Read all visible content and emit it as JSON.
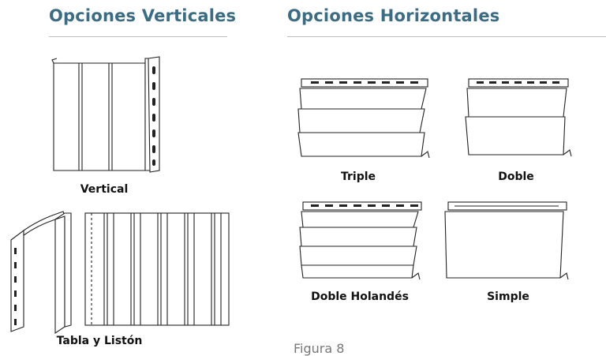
{
  "headings": {
    "vertical": "Opciones Verticales",
    "horizontal": "Opciones Horizontales"
  },
  "captions": {
    "vertical": "Vertical",
    "board_batten": "Tabla y Listón",
    "triple": "Triple",
    "double": "Doble",
    "dutch_double": "Doble Holandés",
    "single": "Simple"
  },
  "figure_caption": "Figura 8",
  "colors": {
    "heading": "#3a6c84",
    "rule": "#bdbdbd",
    "line": "#222222"
  }
}
